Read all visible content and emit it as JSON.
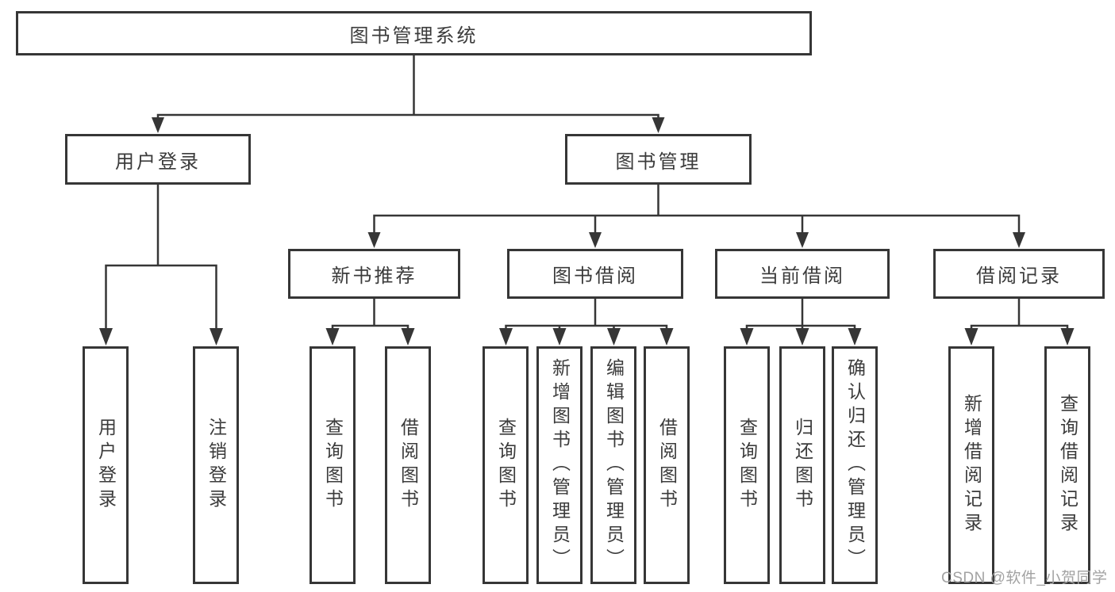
{
  "diagram_type": "hierarchy-tree",
  "colors": {
    "background": "#ffffff",
    "line": "#363636",
    "box_border": "#363636",
    "text": "#3b3b3b",
    "watermark": "#a2a2a2"
  },
  "tree": {
    "label": "图书管理系统",
    "children": [
      {
        "label": "用户登录",
        "children": [
          {
            "label": "用户登录"
          },
          {
            "label": "注销登录"
          }
        ]
      },
      {
        "label": "图书管理",
        "children": [
          {
            "label": "新书推荐",
            "children": [
              {
                "label": "查询图书"
              },
              {
                "label": "借阅图书"
              }
            ]
          },
          {
            "label": "图书借阅",
            "children": [
              {
                "label": "查询图书"
              },
              {
                "label": "新增图书（管理员）"
              },
              {
                "label": "编辑图书（管理员）"
              },
              {
                "label": "借阅图书"
              }
            ]
          },
          {
            "label": "当前借阅",
            "children": [
              {
                "label": "查询图书"
              },
              {
                "label": "归还图书"
              },
              {
                "label": "确认归还（管理员）"
              }
            ]
          },
          {
            "label": "借阅记录",
            "children": [
              {
                "label": "新增借阅记录"
              },
              {
                "label": "查询借阅记录"
              }
            ]
          }
        ]
      }
    ]
  },
  "watermark": {
    "text": "CSDN @软件_小贺同学"
  }
}
